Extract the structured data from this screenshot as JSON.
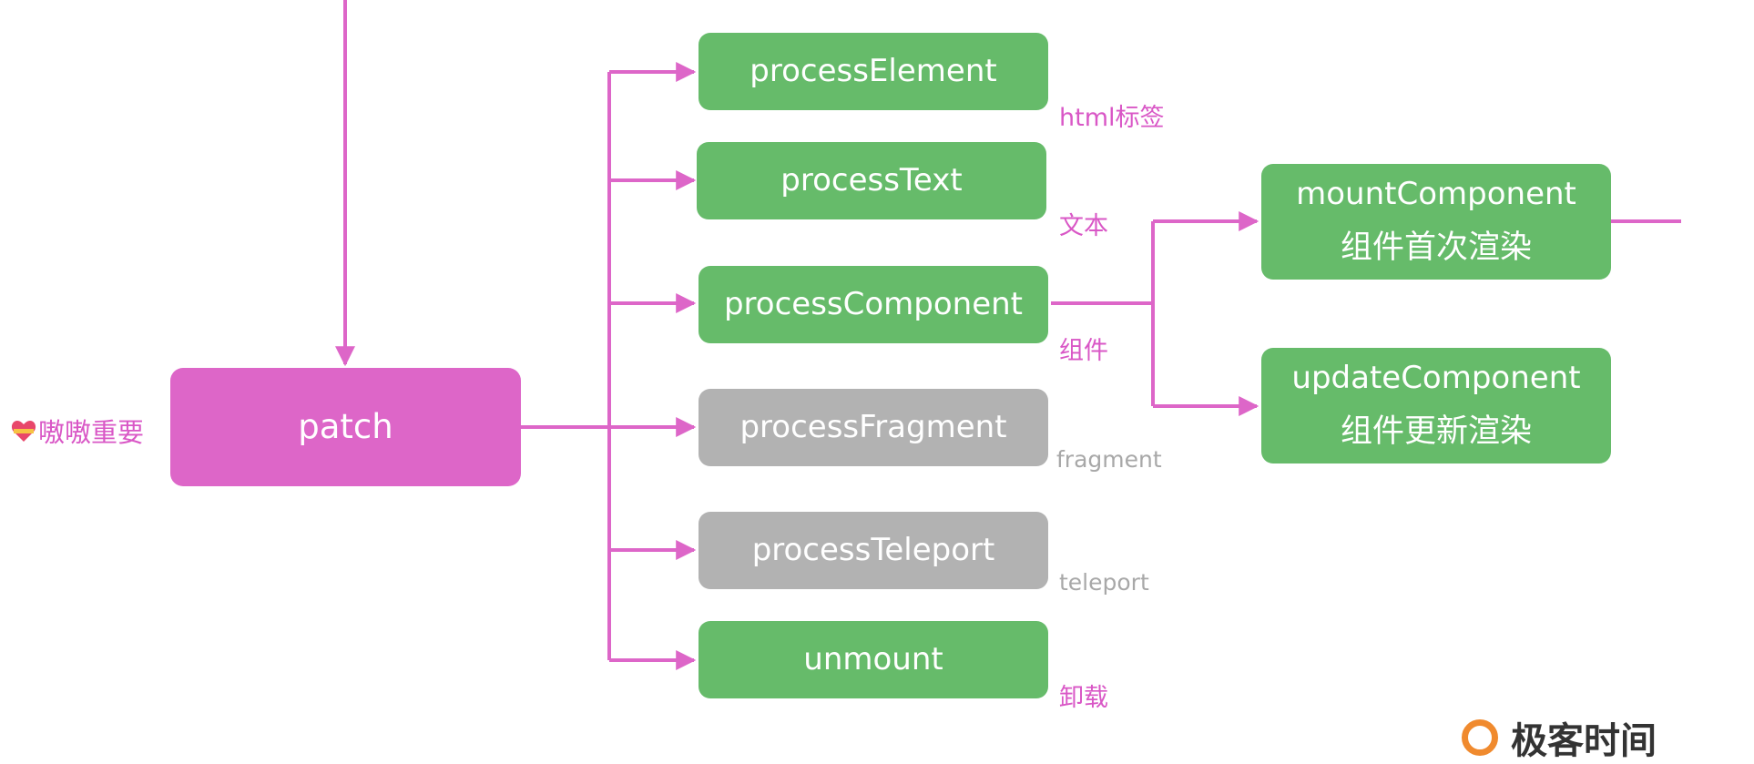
{
  "colors": {
    "arrow": "#dd66c8",
    "active": "#66bb6a",
    "inactive": "#b2b2b2",
    "root": "#dd66c8",
    "brand": "#f08a2e"
  },
  "root": {
    "label": "patch",
    "note": "嗷嗷重要",
    "note_icon": "heart-icon"
  },
  "branches": [
    {
      "id": "process-element",
      "label": "processElement",
      "tag": "html标签",
      "state": "active"
    },
    {
      "id": "process-text",
      "label": "processText",
      "tag": "文本",
      "state": "active"
    },
    {
      "id": "process-component",
      "label": "processComponent",
      "tag": "组件",
      "state": "active"
    },
    {
      "id": "process-fragment",
      "label": "processFragment",
      "tag": "fragment",
      "state": "inactive"
    },
    {
      "id": "process-teleport",
      "label": "processTeleport",
      "tag": "teleport",
      "state": "inactive"
    },
    {
      "id": "unmount",
      "label": "unmount",
      "tag": "卸载",
      "state": "active"
    }
  ],
  "component_children": [
    {
      "id": "mount-component",
      "label": "mountComponent",
      "desc": "组件首次渲染"
    },
    {
      "id": "update-component",
      "label": "updateComponent",
      "desc": "组件更新渲染"
    }
  ],
  "brand": {
    "text": "极客时间"
  }
}
